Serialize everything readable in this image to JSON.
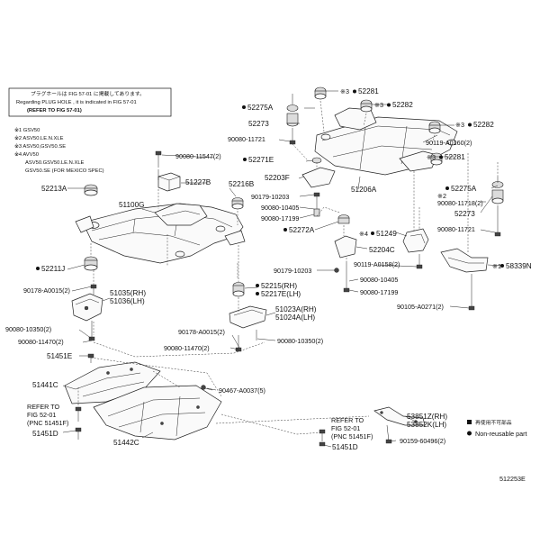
{
  "notes": {
    "plug_hole_jp": "プラグホールは FIG 57-01 に掲載してあります。",
    "plug_hole_en": "Regarding  PLUG  HOLE ,  it is indicated in  FIG  57-01",
    "refer_fig": "(REFER TO FIG 57-01)"
  },
  "variants": [
    "※1 GSV50",
    "※2 ASV50.LE.N.XLE",
    "※3 ASV50,GSV50.SE",
    "※4 AVV50",
    "ASV50.GSV50.LE.N.XLE",
    "GSV50.SE (FOR MEXICO SPEC)"
  ],
  "labels": {
    "p52281_top": "52281",
    "p52282_top": "52282",
    "p52275a_l": "52275A",
    "p52273_l": "52273",
    "p90080_11721_l": "90080-11721",
    "p52282_r": "52282",
    "p90119_a0160": "90119-A0160(2)",
    "p52281_r": "52281",
    "p52271e": "52271E",
    "p52203f": "52203F",
    "p51206a": "51206A",
    "p52275a_r": "52275A",
    "p90080_11718": "90080-11718(2)",
    "p52273_r": "52273",
    "p90080_11721_r": "90080-11721",
    "p90179_10203_a": "90179-10203",
    "p90080_10405_a": "90080-10405",
    "p90080_17199_a": "90080-17199",
    "p52272a": "52272A",
    "p51249": "51249",
    "p52204c": "52204C",
    "p90119_a0158": "90119-A0158(2)",
    "p58339n": "58339N",
    "p90179_10203_b": "90179-10203",
    "p90080_10405_b": "90080-10405",
    "p90080_17199_b": "90080-17199",
    "p90105_a0271": "90105-A0271(2)",
    "p90080_11547": "90080-11547(2)",
    "p51227b": "51227B",
    "p52213a": "52213A",
    "p52216b": "52216B",
    "p51100g": "51100G",
    "p52211j": "52211J",
    "p90178_a0015_l": "90178-A0015(2)",
    "p51035": "51035(RH)",
    "p51036": "51036(LH)",
    "p52215": "52215(RH)",
    "p52217e": "52217E(LH)",
    "p51023a": "51023A(RH)",
    "p51024a": "51024A(LH)",
    "p90080_10350_l": "90080-10350(2)",
    "p90080_11470_l": "90080-11470(2)",
    "p90178_a0015_r": "90178-A0015(2)",
    "p90080_10350_r": "90080-10350(2)",
    "p90080_11470_r": "90080-11470(2)",
    "p51451e": "51451E",
    "p51441c": "51441C",
    "p90467_a0037": "90467-A0037(5)",
    "p51442c": "51442C",
    "refer_l1": "REFER TO",
    "refer_l2": "FIG 52-01",
    "refer_l3": "(PNC 51451F)",
    "p51451d_l": "51451D",
    "refer_r1": "REFER TO",
    "refer_r2": "FIG 52-01",
    "refer_r3": "(PNC 51451F)",
    "p51451d_r": "51451D",
    "p53851z": "53851Z(RH)",
    "p53852k": "53852K(LH)",
    "p90159_60496": "90159-60496(2)",
    "mark3": "※3",
    "mark2": "※2",
    "mark4": "※4",
    "mark1": "※1"
  },
  "legend": {
    "nonreuse_jp": "再使用不可部品",
    "nonreuse_en": "Non-reusable part"
  },
  "figure_code": "512253E"
}
